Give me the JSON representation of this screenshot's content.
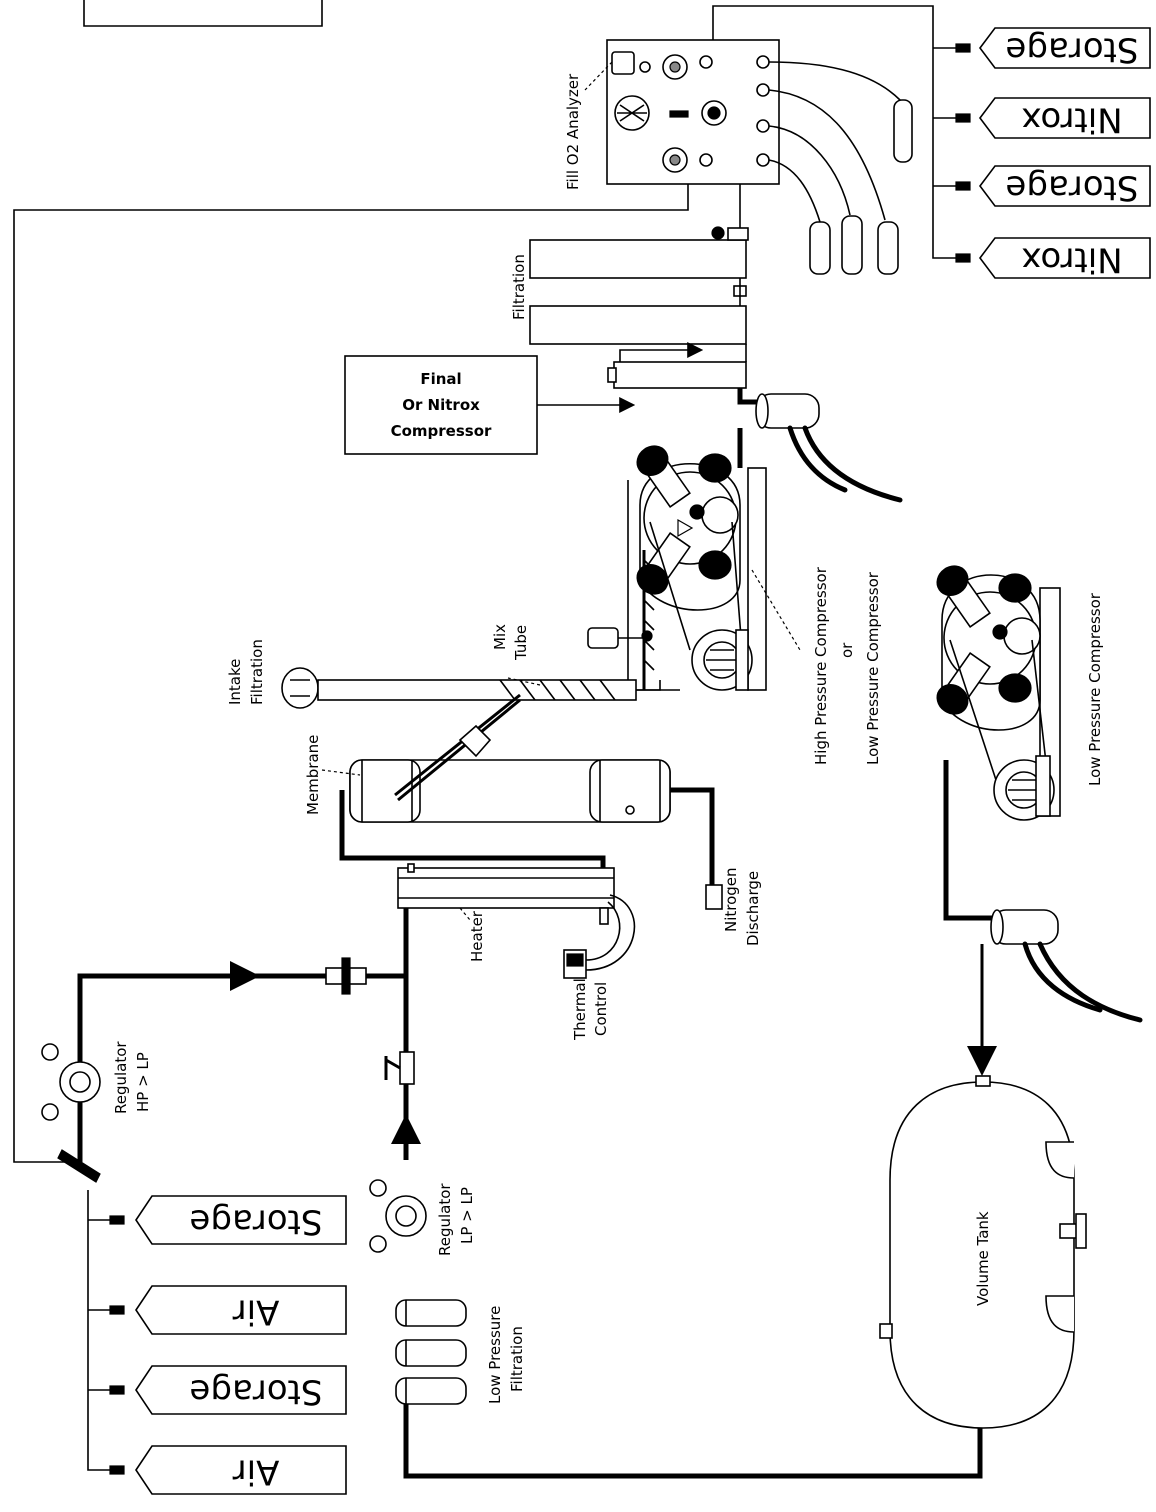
{
  "labels": {
    "fill_o2_analyzer": "Fill O2 Analyzer",
    "filtration": "Filtration",
    "final_compressor": [
      "Final",
      "Or Nitrox",
      "Compressor"
    ],
    "intake_filtration": [
      "Intake",
      "Filtration"
    ],
    "mix_tube": [
      "Mix",
      "Tube"
    ],
    "membrane": "Membrane",
    "high_low_pressure_compressor": [
      "High Pressure Compressor",
      "or",
      "Low Pressure Compressor"
    ],
    "low_pressure_compressor": "Low Pressure Compressor",
    "nitrogen_discharge": [
      "Nitrogen",
      "Discharge"
    ],
    "heater": "Heater",
    "thermal_control": [
      "Thermal",
      "Control"
    ],
    "regulator_hp_lp": [
      "Regulator",
      "HP > LP"
    ],
    "regulator_lp_lp": [
      "Regulator",
      "LP > LP"
    ],
    "low_pressure_filtration": [
      "Low Pressure",
      "Filtration"
    ],
    "volume_tank": "Volume Tank"
  },
  "cylinders_top_right": [
    "Storage",
    "Nitrox",
    "Storage",
    "Nitrox"
  ],
  "cylinders_bottom_left": [
    "Storage",
    "Air",
    "Storage",
    "Air"
  ]
}
